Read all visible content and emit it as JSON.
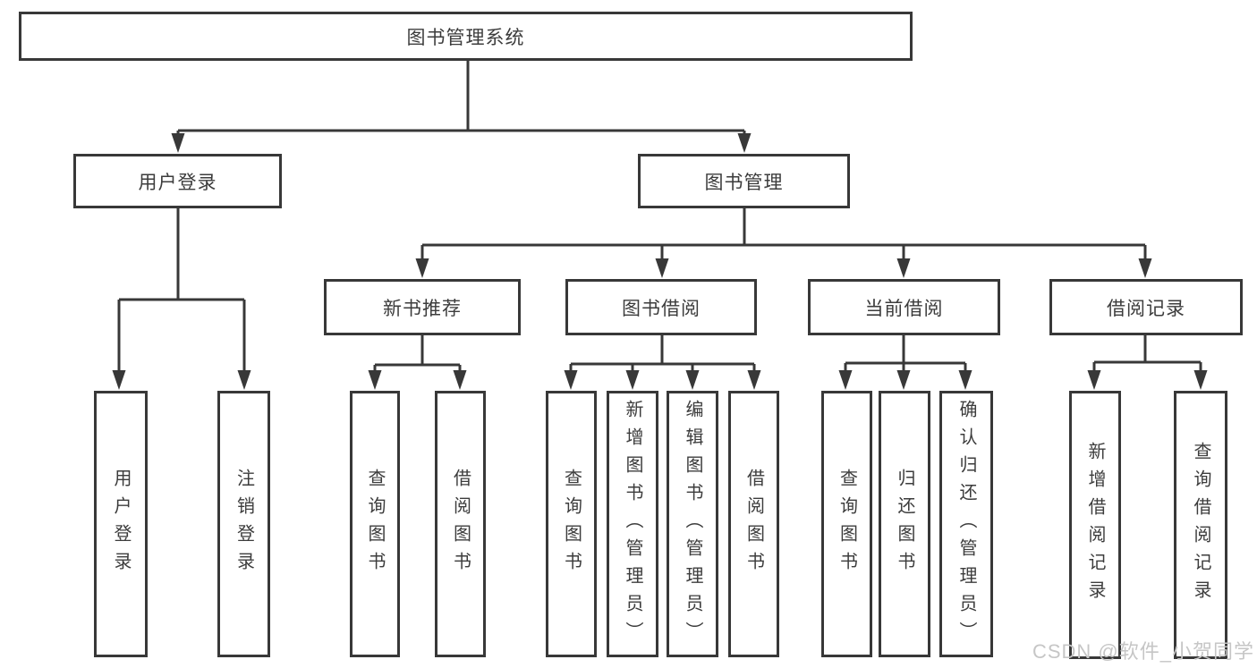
{
  "diagram": {
    "root": {
      "label": "图书管理系统"
    },
    "level2": {
      "user_login": {
        "label": "用户登录"
      },
      "book_mgmt": {
        "label": "图书管理"
      }
    },
    "level3": {
      "new_book_rec": {
        "label": "新书推荐"
      },
      "book_borrow": {
        "label": "图书借阅"
      },
      "current_borrow": {
        "label": "当前借阅"
      },
      "borrow_records": {
        "label": "借阅记录"
      }
    },
    "leaves": {
      "user_login": [
        "用户登录",
        "注销登录"
      ],
      "new_book_rec": [
        "查询图书",
        "借阅图书"
      ],
      "book_borrow": [
        "查询图书",
        "新增图书（管理员）",
        "编辑图书（管理员）",
        "借阅图书"
      ],
      "current_borrow": [
        "查询图书",
        "归还图书",
        "确认归还（管理员）"
      ],
      "borrow_records": [
        "新增借阅记录",
        "查询借阅记录"
      ]
    }
  },
  "watermark": {
    "text": "CSDN @软件_小贺同学"
  },
  "colors": {
    "line": "#383838",
    "text": "#3c3c3c",
    "watermark": "#c6c6c6",
    "background": "#ffffff"
  }
}
